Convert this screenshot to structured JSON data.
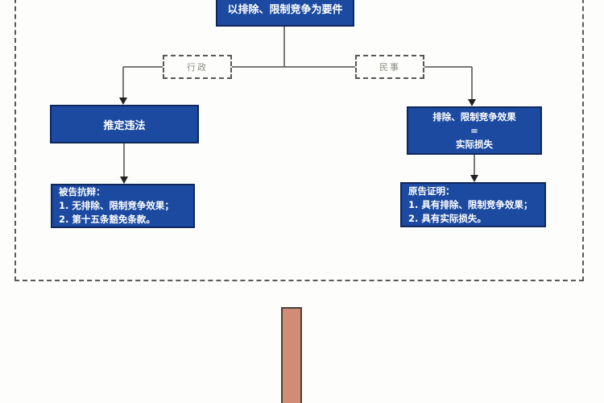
{
  "diagram": {
    "top_box": {
      "label": "以排除、限制竞争为要件"
    },
    "branch_admin": {
      "label": "行政"
    },
    "branch_civil": {
      "label": "民事"
    },
    "presumption_box": {
      "label": "推定违法"
    },
    "effect_box": {
      "line1": "排除、限制竞争效果",
      "line2": "=",
      "line3": "实际损失"
    },
    "defendant_box": {
      "title": "被告抗辩：",
      "item1": "1. 无排除、限制竞争效果；",
      "item2": "2. 第十五条豁免条款。"
    },
    "plaintiff_box": {
      "title": "原告证明：",
      "item1": "1. 具有排除、限制竞争效果；",
      "item2": "2. 具有实际损失。"
    }
  },
  "colors": {
    "node_fill": "#1b4aa0",
    "node_border": "#10275c",
    "node_text": "#ffffff",
    "branch_label_text": "#8b8b80",
    "dashed_frame": "#555a5a",
    "connector": "#4d4d4d",
    "arrowhead": "#222222",
    "salmon_bar_fill": "#d28c75",
    "salmon_bar_border": "#4a413c",
    "background": "#fdfdfc"
  }
}
